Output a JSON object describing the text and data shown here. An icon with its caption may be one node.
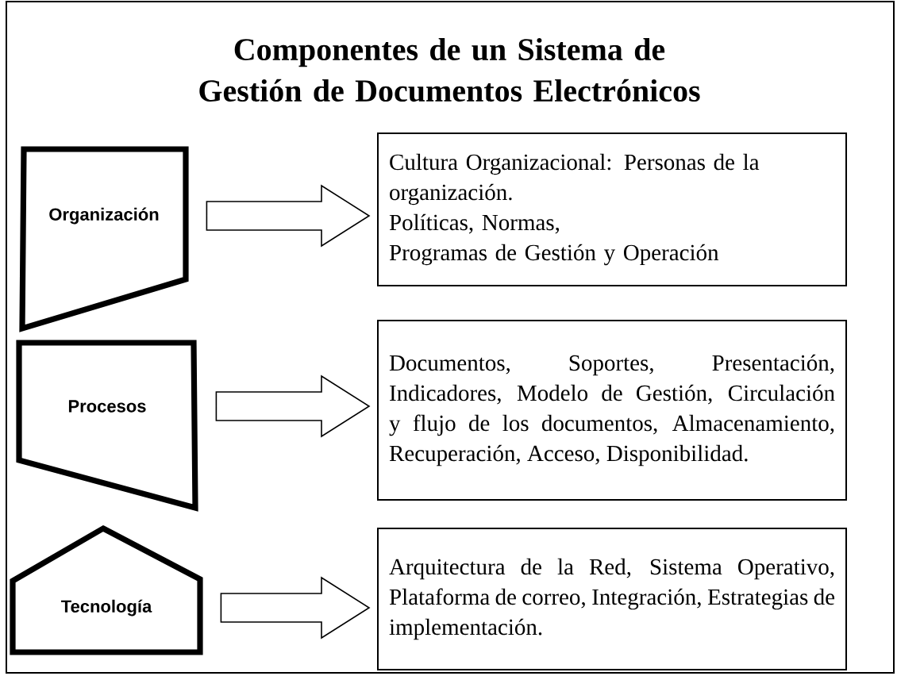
{
  "diagram": {
    "title": "Componentes de un Sistema de Gestión de Documentos Electrónicos",
    "nodes": [
      {
        "text": [
          "Organización"
        ]
      },
      {
        "text": [
          "Cultura Organizacional: Personas de la organización.",
          "Políticas, Normas,",
          "Programas de Gestión y Operación"
        ]
      },
      {
        "text": [
          "Procesos"
        ]
      },
      {
        "text": [
          "Documentos, Soportes, Presentación, Indicadores, Modelo de Gestión, Circulación y flujo de los documentos, Almacenamiento, Recuperación, Acceso, Disponibilidad."
        ]
      },
      {
        "text": [
          "Tecnología"
        ]
      },
      {
        "text": [
          "Arquitectura de la Red, Sistema Operativo, Plataforma de correo, Integración, Estrategias de implementación."
        ]
      }
    ],
    "edges": [
      {
        "from": 0,
        "to": 1,
        "arrow": "to"
      },
      {
        "from": 2,
        "to": 3,
        "arrow": "to"
      },
      {
        "from": 4,
        "to": 5,
        "arrow": "to"
      }
    ]
  }
}
